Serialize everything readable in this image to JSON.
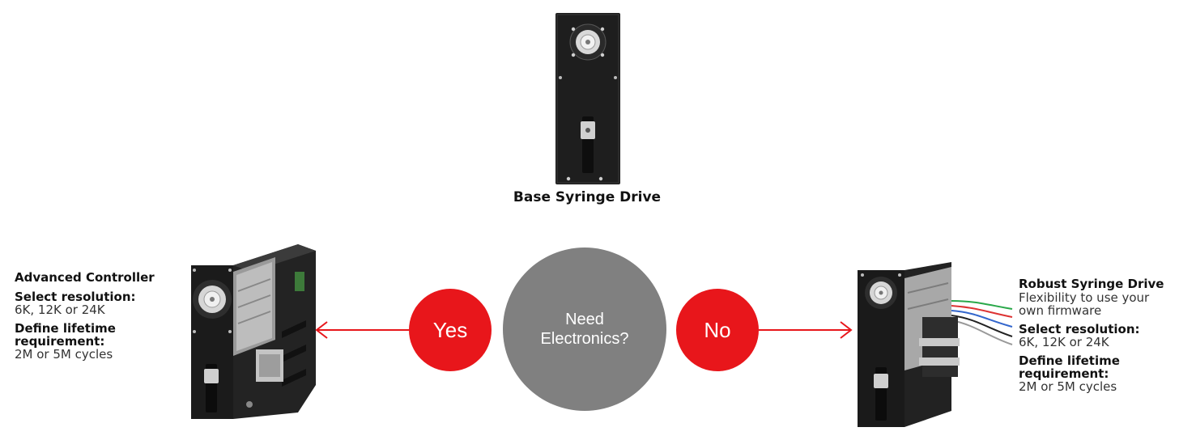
{
  "base": {
    "caption": "Base Syringe Drive"
  },
  "decision": {
    "question_line1": "Need",
    "question_line2": "Electronics?",
    "yes_label": "Yes",
    "no_label": "No"
  },
  "advanced": {
    "title": "Advanced Controller",
    "resolution_label": "Select resolution:",
    "resolution_value": "6K, 12K or 24K",
    "lifetime_label_1": "Define lifetime",
    "lifetime_label_2": "requirement:",
    "lifetime_value": "2M or 5M cycles"
  },
  "robust": {
    "title": "Robust Syringe Drive",
    "flex_line1": "Flexibility to use your",
    "flex_line2": "own firmware",
    "resolution_label": "Select resolution:",
    "resolution_value": "6K, 12K or 24K",
    "lifetime_label_1": "Define lifetime",
    "lifetime_label_2": "requirement:",
    "lifetime_value": "2M or 5M cycles"
  },
  "colors": {
    "accent_red": "#e8161b",
    "decision_gray": "#808080",
    "device_black": "#1e1e1e",
    "device_aluminum": "#c8c8c8"
  }
}
